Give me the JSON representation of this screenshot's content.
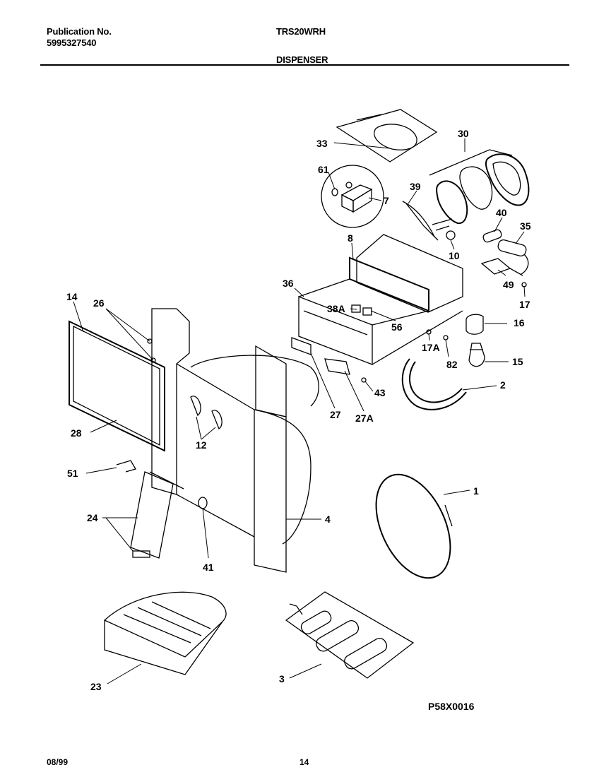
{
  "header": {
    "publication_label": "Publication No.",
    "publication_number": "5995327540",
    "model": "TRS20WRH",
    "section": "DISPENSER"
  },
  "callouts": [
    "33",
    "30",
    "61",
    "7",
    "39",
    "40",
    "35",
    "8",
    "10",
    "36",
    "49",
    "17",
    "38A",
    "56",
    "16",
    "14",
    "26",
    "17A",
    "82",
    "15",
    "2",
    "27",
    "27A",
    "43",
    "28",
    "12",
    "51",
    "1",
    "24",
    "4",
    "41",
    "23",
    "3"
  ],
  "footer": {
    "drawing_code": "P58X0016",
    "date": "08/99",
    "page": "14"
  }
}
